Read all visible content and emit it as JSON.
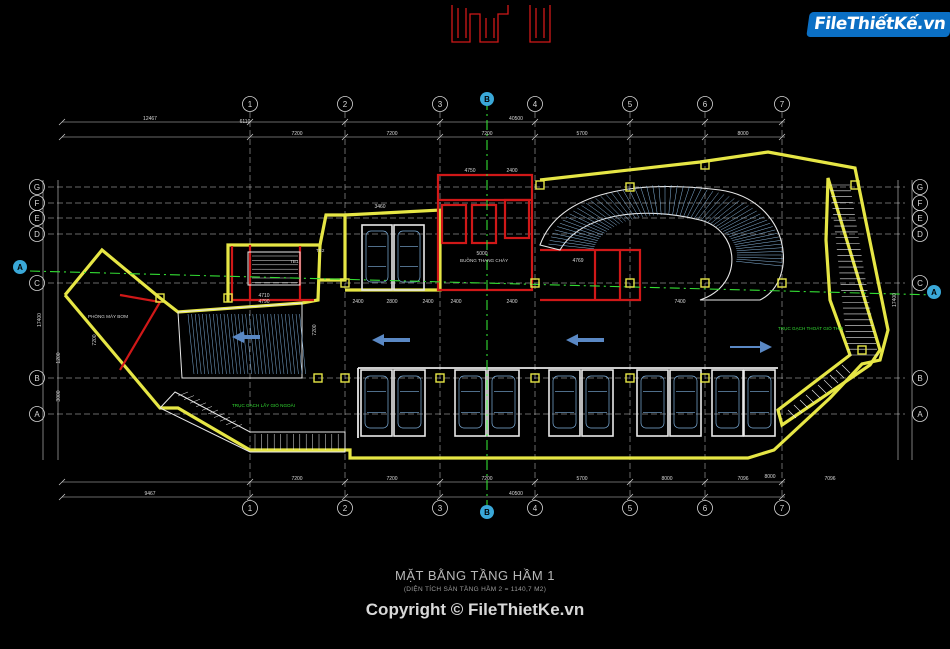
{
  "logo": {
    "text": "FileThiếtKế.vn"
  },
  "grid": {
    "columns": [
      "1",
      "2",
      "3",
      "4",
      "5",
      "6",
      "7"
    ],
    "rows": [
      "A",
      "B",
      "C",
      "D",
      "E",
      "F",
      "G"
    ],
    "section_marker": "B",
    "section_marker_side": "A"
  },
  "dimensions": {
    "top_overall": "40500",
    "bottom_overall": "40500",
    "top_bays": [
      "7200",
      "7200",
      "7200",
      "5700",
      "8000"
    ],
    "bottom_bays": [
      "7200",
      "7200",
      "7200",
      "5700",
      "8000",
      "7096"
    ],
    "left_extra_top": "12467",
    "left_extra_bottom": "9467",
    "right_overall": "17400",
    "left_overall": "17400",
    "misc": [
      "4790",
      "2400",
      "2800",
      "4750",
      "2400",
      "2400",
      "2400",
      "4769",
      "7400",
      "4710",
      "2400",
      "7200",
      "7200",
      "8000",
      "7096",
      "6110",
      "5000",
      "3460",
      "1200",
      "3000"
    ]
  },
  "labels": {
    "pump_room": "PHÒNG MÁY BƠM",
    "fire_stair": "BUỒNG THANG CHÁY",
    "ramp_up": "TRỤC GẠCH LẤY GIÓ NGOÀI",
    "ramp_exhaust": "TRỤC GẠCH THOÁT GIÓ THẢI",
    "tb1": "TB1",
    "tb2": "TB2"
  },
  "drawing_title": "MẶT BẰNG TẦNG HẦM 1",
  "drawing_subtitle": "(DIỆN TÍCH SÀN TẦNG HẦM 2 = 1140,7 M2)",
  "copyright": "Copyright © FileThietKe.vn",
  "colors": {
    "background": "#000000",
    "wall": "#e6e645",
    "grid_line": "#d8d8d8",
    "axis": "#33dd33",
    "red": "#d01818",
    "cyan": "#3aa8d8",
    "white": "#e8e8e8",
    "logo_blue": "#0b6fc4"
  }
}
